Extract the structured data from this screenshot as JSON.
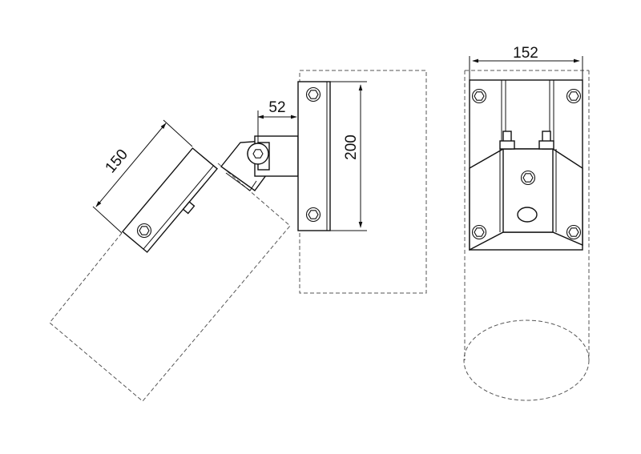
{
  "dimensions": {
    "tilted_length": "150",
    "arm_offset": "52",
    "plate_height": "200",
    "bracket_width": "152"
  }
}
